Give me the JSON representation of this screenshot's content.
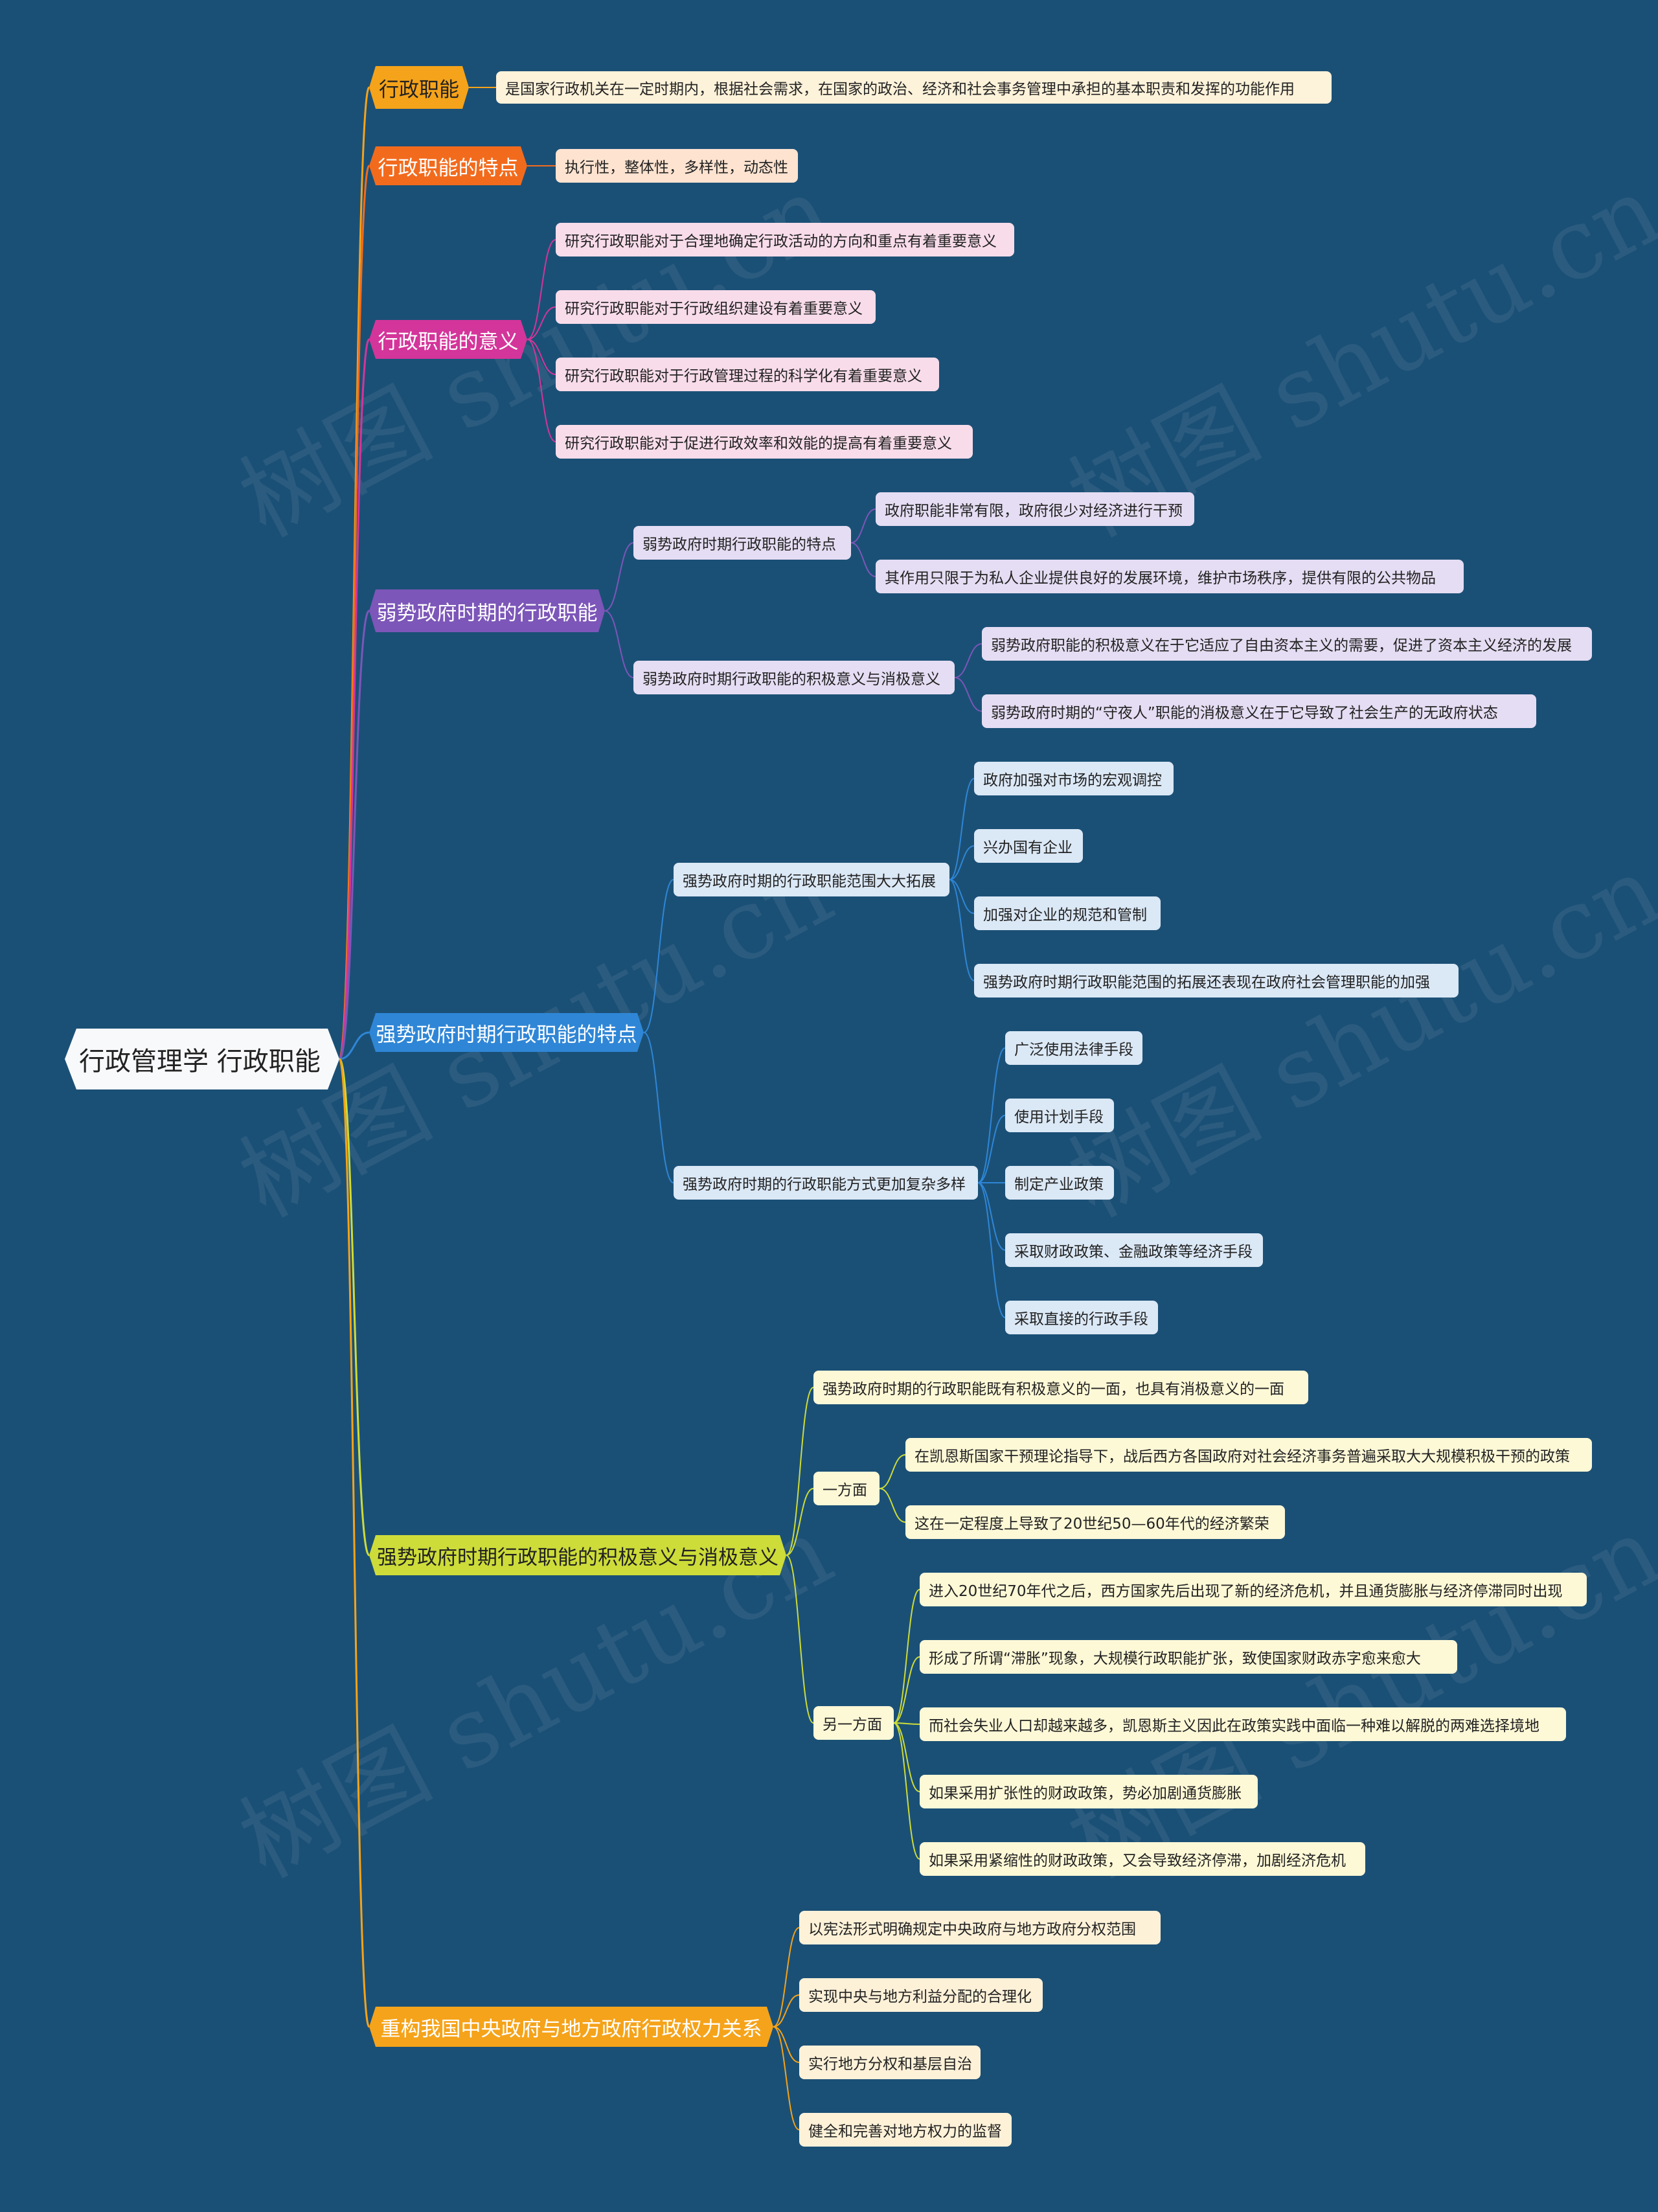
{
  "root": {
    "label": "行政管理学  行政职能"
  },
  "watermark": "树图 shutu.cn",
  "colors": {
    "background": "#1b5076",
    "b1": "#f5a31a",
    "b2": "#f26b1d",
    "b3": "#d4359a",
    "b4": "#7c56b8",
    "b5": "#2f86d6",
    "b6": "#cddc39",
    "b7": "#f5a31a"
  },
  "branches": [
    {
      "label": "行政职能",
      "children": [
        {
          "label": "是国家行政机关在一定时期内，根据社会需求，在国家的政治、经济和社会事务管理中承担的基本职责和发挥的功能作用"
        }
      ]
    },
    {
      "label": "行政职能的特点",
      "children": [
        {
          "label": "执行性，整体性，多样性，动态性"
        }
      ]
    },
    {
      "label": "行政职能的意义",
      "children": [
        {
          "label": "研究行政职能对于合理地确定行政活动的方向和重点有着重要意义"
        },
        {
          "label": "研究行政职能对于行政组织建设有着重要意义"
        },
        {
          "label": "研究行政职能对于行政管理过程的科学化有着重要意义"
        },
        {
          "label": "研究行政职能对于促进行政效率和效能的提高有着重要意义"
        }
      ]
    },
    {
      "label": "弱势政府时期的行政职能",
      "children": [
        {
          "label": "弱势政府时期行政职能的特点",
          "children": [
            {
              "label": "政府职能非常有限，政府很少对经济进行干预"
            },
            {
              "label": "其作用只限于为私人企业提供良好的发展环境，维护市场秩序，提供有限的公共物品"
            }
          ]
        },
        {
          "label": "弱势政府时期行政职能的积极意义与消极意义",
          "children": [
            {
              "label": "弱势政府职能的积极意义在于它适应了自由资本主义的需要，促进了资本主义经济的发展"
            },
            {
              "label": "弱势政府时期的“守夜人”职能的消极意义在于它导致了社会生产的无政府状态"
            }
          ]
        }
      ]
    },
    {
      "label": "强势政府时期行政职能的特点",
      "children": [
        {
          "label": "强势政府时期的行政职能范围大大拓展",
          "children": [
            {
              "label": "政府加强对市场的宏观调控"
            },
            {
              "label": "兴办国有企业"
            },
            {
              "label": "加强对企业的规范和管制"
            },
            {
              "label": "强势政府时期行政职能范围的拓展还表现在政府社会管理职能的加强"
            }
          ]
        },
        {
          "label": "强势政府时期的行政职能方式更加复杂多样",
          "children": [
            {
              "label": "广泛使用法律手段"
            },
            {
              "label": "使用计划手段"
            },
            {
              "label": "制定产业政策"
            },
            {
              "label": "采取财政政策、金融政策等经济手段"
            },
            {
              "label": "采取直接的行政手段"
            }
          ]
        }
      ]
    },
    {
      "label": "强势政府时期行政职能的积极意义与消极意义",
      "children": [
        {
          "label": "强势政府时期的行政职能既有积极意义的一面，也具有消极意义的一面"
        },
        {
          "label": "一方面",
          "children": [
            {
              "label": "在凯恩斯国家干预理论指导下，战后西方各国政府对社会经济事务普遍采取大大规模积极干预的政策"
            },
            {
              "label": "这在一定程度上导致了20世纪50—60年代的经济繁荣"
            }
          ]
        },
        {
          "label": "另一方面",
          "children": [
            {
              "label": "进入20世纪70年代之后，西方国家先后出现了新的经济危机，并且通货膨胀与经济停滞同时出现"
            },
            {
              "label": "形成了所谓“滞胀”现象，大规模行政职能扩张，致使国家财政赤字愈来愈大"
            },
            {
              "label": "而社会失业人口却越来越多，凯恩斯主义因此在政策实践中面临一种难以解脱的两难选择境地"
            },
            {
              "label": "如果采用扩张性的财政政策，势必加剧通货膨胀"
            },
            {
              "label": "如果采用紧缩性的财政政策，又会导致经济停滞，加剧经济危机"
            }
          ]
        }
      ]
    },
    {
      "label": "重构我国中央政府与地方政府行政权力关系",
      "children": [
        {
          "label": "以宪法形式明确规定中央政府与地方政府分权范围"
        },
        {
          "label": "实现中央与地方利益分配的合理化"
        },
        {
          "label": "实行地方分权和基层自治"
        },
        {
          "label": "健全和完善对地方权力的监督"
        }
      ]
    }
  ]
}
